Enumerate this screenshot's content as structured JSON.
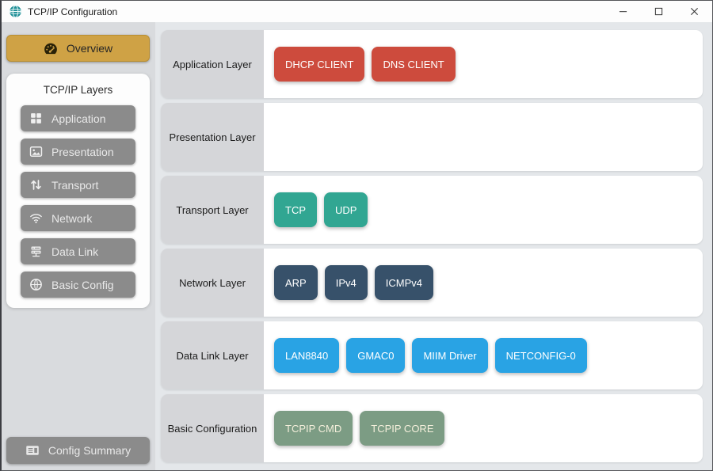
{
  "window": {
    "title": "TCP/IP Configuration",
    "app_icon": "network-globe-icon",
    "controls": [
      {
        "name": "minimize-button",
        "icon": "minimize-icon"
      },
      {
        "name": "maximize-button",
        "icon": "maximize-icon"
      },
      {
        "name": "close-button",
        "icon": "close-icon"
      }
    ]
  },
  "colors": {
    "accent_gold": "#cfa245",
    "sidebar_button_gray": "#8b8b8b",
    "sidebar_background": "#d9dbde",
    "main_background": "#e4e7ea",
    "row_label_background": "#d5d6d9"
  },
  "sidebar": {
    "overview_label": "Overview",
    "overview_icon": "gauge-icon",
    "layers_panel_title": "TCP/IP Layers",
    "layer_items": [
      {
        "label": "Application",
        "icon": "grid-icon"
      },
      {
        "label": "Presentation",
        "icon": "image-icon"
      },
      {
        "label": "Transport",
        "icon": "arrows-up-down-icon"
      },
      {
        "label": "Network",
        "icon": "wifi-icon"
      },
      {
        "label": "Data Link",
        "icon": "server-icon"
      },
      {
        "label": "Basic Config",
        "icon": "globe-icon"
      }
    ],
    "config_summary_label": "Config Summary",
    "config_summary_icon": "list-icon"
  },
  "main": {
    "rows": [
      {
        "label": "Application Layer",
        "button_color": "#cd4b3d",
        "button_text_color": "#ffffff",
        "buttons": [
          "DHCP CLIENT",
          "DNS CLIENT"
        ]
      },
      {
        "label": "Presentation Layer",
        "button_color": "",
        "button_text_color": "",
        "buttons": []
      },
      {
        "label": "Transport Layer",
        "button_color": "#31a692",
        "button_text_color": "#ffffff",
        "buttons": [
          "TCP",
          "UDP"
        ]
      },
      {
        "label": "Network Layer",
        "button_color": "#37516a",
        "button_text_color": "#ffffff",
        "buttons": [
          "ARP",
          "IPv4",
          "ICMPv4"
        ]
      },
      {
        "label": "Data Link Layer",
        "button_color": "#29a3e4",
        "button_text_color": "#ffffff",
        "buttons": [
          "LAN8840",
          "GMAC0",
          "MIIM Driver",
          "NETCONFIG-0"
        ]
      },
      {
        "label": "Basic Configuration",
        "button_color": "#7c9c84",
        "button_text_color": "#f4efdb",
        "buttons": [
          "TCPIP CMD",
          "TCPIP CORE"
        ]
      }
    ]
  }
}
